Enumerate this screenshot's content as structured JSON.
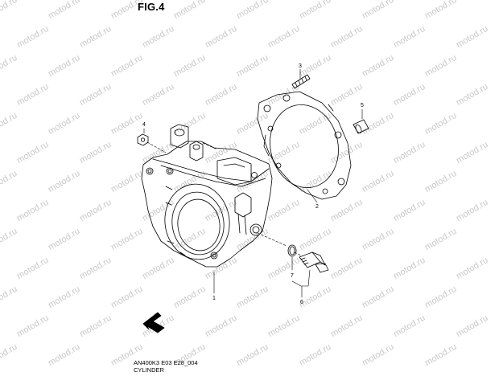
{
  "figure": {
    "title": "FIG.4"
  },
  "watermark": {
    "text": "motod.ru"
  },
  "parts": [
    {
      "number": "1",
      "name": "cylinder"
    },
    {
      "number": "2",
      "name": "gasket"
    },
    {
      "number": "3",
      "name": "stud"
    },
    {
      "number": "4",
      "name": "nut"
    },
    {
      "number": "5",
      "name": "dowel-pin"
    },
    {
      "number": "6",
      "name": "temperature-sensor"
    },
    {
      "number": "7",
      "name": "o-ring"
    }
  ],
  "footer": {
    "ref_code": "AN400K3 E03 E28_004",
    "caption": "CYLINDER"
  },
  "colors": {
    "line": "#000000",
    "watermark": "#c9c9c9",
    "background": "#ffffff"
  }
}
